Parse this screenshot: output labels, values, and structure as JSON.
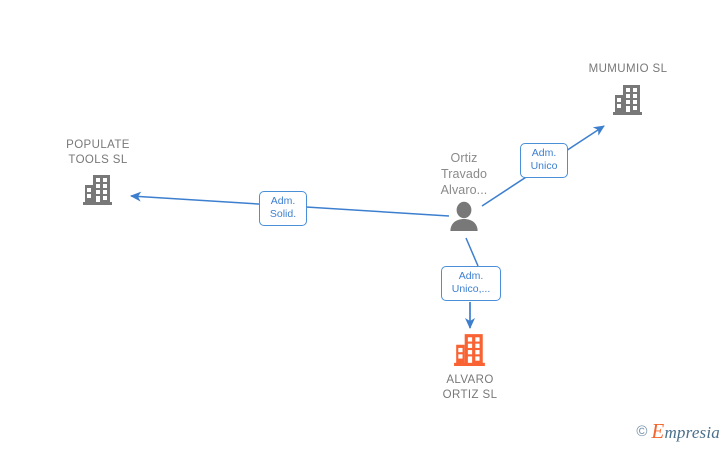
{
  "diagram": {
    "type": "company-relationship-graph",
    "colors": {
      "edge": "#3d7fcf",
      "label_border": "#4a90d9",
      "label_text": "#3d7fcf",
      "node_gray": "#787878",
      "node_orange": "#f96232",
      "text_gray": "#787878",
      "background": "#ffffff"
    },
    "nodes": [
      {
        "id": "populate-tools",
        "label": "POPULATE\nTOOLS  SL",
        "kind": "company",
        "icon": "building-icon",
        "color": "#787878",
        "label_position": "above"
      },
      {
        "id": "mumumio",
        "label": "MUMUMIO SL",
        "kind": "company",
        "icon": "building-icon",
        "color": "#787878",
        "label_position": "above"
      },
      {
        "id": "ortiz-travado-alvaro",
        "label": "Ortiz\nTravado\nAlvaro...",
        "kind": "person",
        "icon": "person-icon",
        "color": "#8a8a8a",
        "label_position": "above"
      },
      {
        "id": "alvaro-ortiz",
        "label": "ALVARO\nORTIZ  SL",
        "kind": "company",
        "icon": "building-icon",
        "color": "#f96232",
        "label_position": "below"
      }
    ],
    "edges": [
      {
        "id": "edge-to-populate-tools",
        "from": "ortiz-travado-alvaro",
        "to": "populate-tools",
        "label": "Adm.\nSolid."
      },
      {
        "id": "edge-to-mumumio",
        "from": "ortiz-travado-alvaro",
        "to": "mumumio",
        "label": "Adm.\nUnico"
      },
      {
        "id": "edge-to-alvaro-ortiz",
        "from": "ortiz-travado-alvaro",
        "to": "alvaro-ortiz",
        "label": "Adm.\nUnico,..."
      }
    ]
  },
  "watermark": {
    "copyright": "©",
    "brand_initial": "E",
    "brand_rest": "mpresia"
  }
}
